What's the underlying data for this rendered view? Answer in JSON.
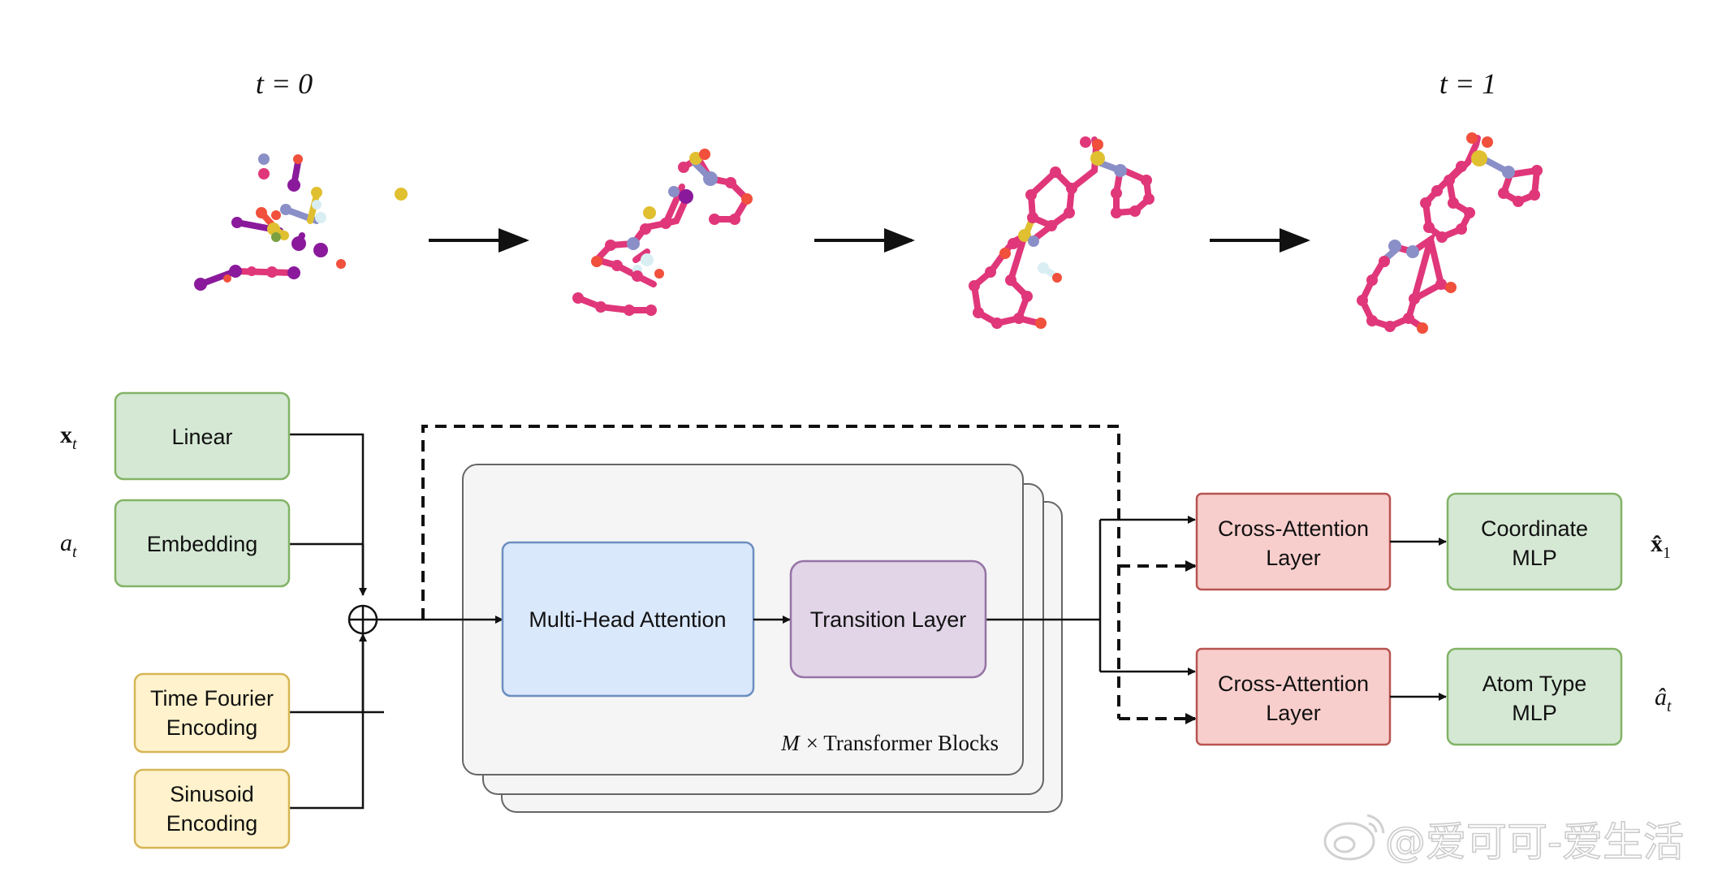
{
  "time_labels": {
    "start": "t = 0",
    "end": "t = 1"
  },
  "inputs": {
    "x_t": {
      "main": "x",
      "sub": "t"
    },
    "a_t": {
      "main": "a",
      "sub": "t"
    }
  },
  "blocks": {
    "linear": "Linear",
    "embedding": "Embedding",
    "time_fourier": [
      "Time Fourier",
      "Encoding"
    ],
    "sinusoid": [
      "Sinusoid",
      "Encoding"
    ],
    "mha": "Multi-Head Attention",
    "transition": "Transition Layer",
    "stack_caption": {
      "m": "M",
      "rest": "× Transformer Blocks"
    },
    "cross_attn_1": [
      "Cross-Attention",
      "Layer"
    ],
    "cross_attn_2": [
      "Cross-Attention",
      "Layer"
    ],
    "coord_mlp": [
      "Coordinate",
      "MLP"
    ],
    "atom_mlp": [
      "Atom Type",
      "MLP"
    ]
  },
  "outputs": {
    "x1_hat": {
      "main": "x̂",
      "sub": "1"
    },
    "at_hat": {
      "main": "â",
      "sub": "t"
    }
  },
  "watermark": "@爱可可-爱生活",
  "colors": {
    "green_fill": "#d5e8d4",
    "green_stroke": "#82b366",
    "yellow_fill": "#fff2cc",
    "yellow_stroke": "#d6b656",
    "blue_fill": "#dae8fc",
    "blue_stroke": "#6c8ebf",
    "purple_fill": "#e1d5e7",
    "purple_stroke": "#9673a6",
    "red_fill": "#f8cecc",
    "red_stroke": "#b85450",
    "stack_fill": "#f5f5f5",
    "stack_stroke": "#666666",
    "atom_magenta": "#e0377a",
    "atom_purple": "#8a1a9b",
    "atom_slate": "#8a8fc7",
    "atom_yellow": "#e0c030",
    "atom_red": "#f0503c",
    "atom_white": "#d8eef2"
  }
}
